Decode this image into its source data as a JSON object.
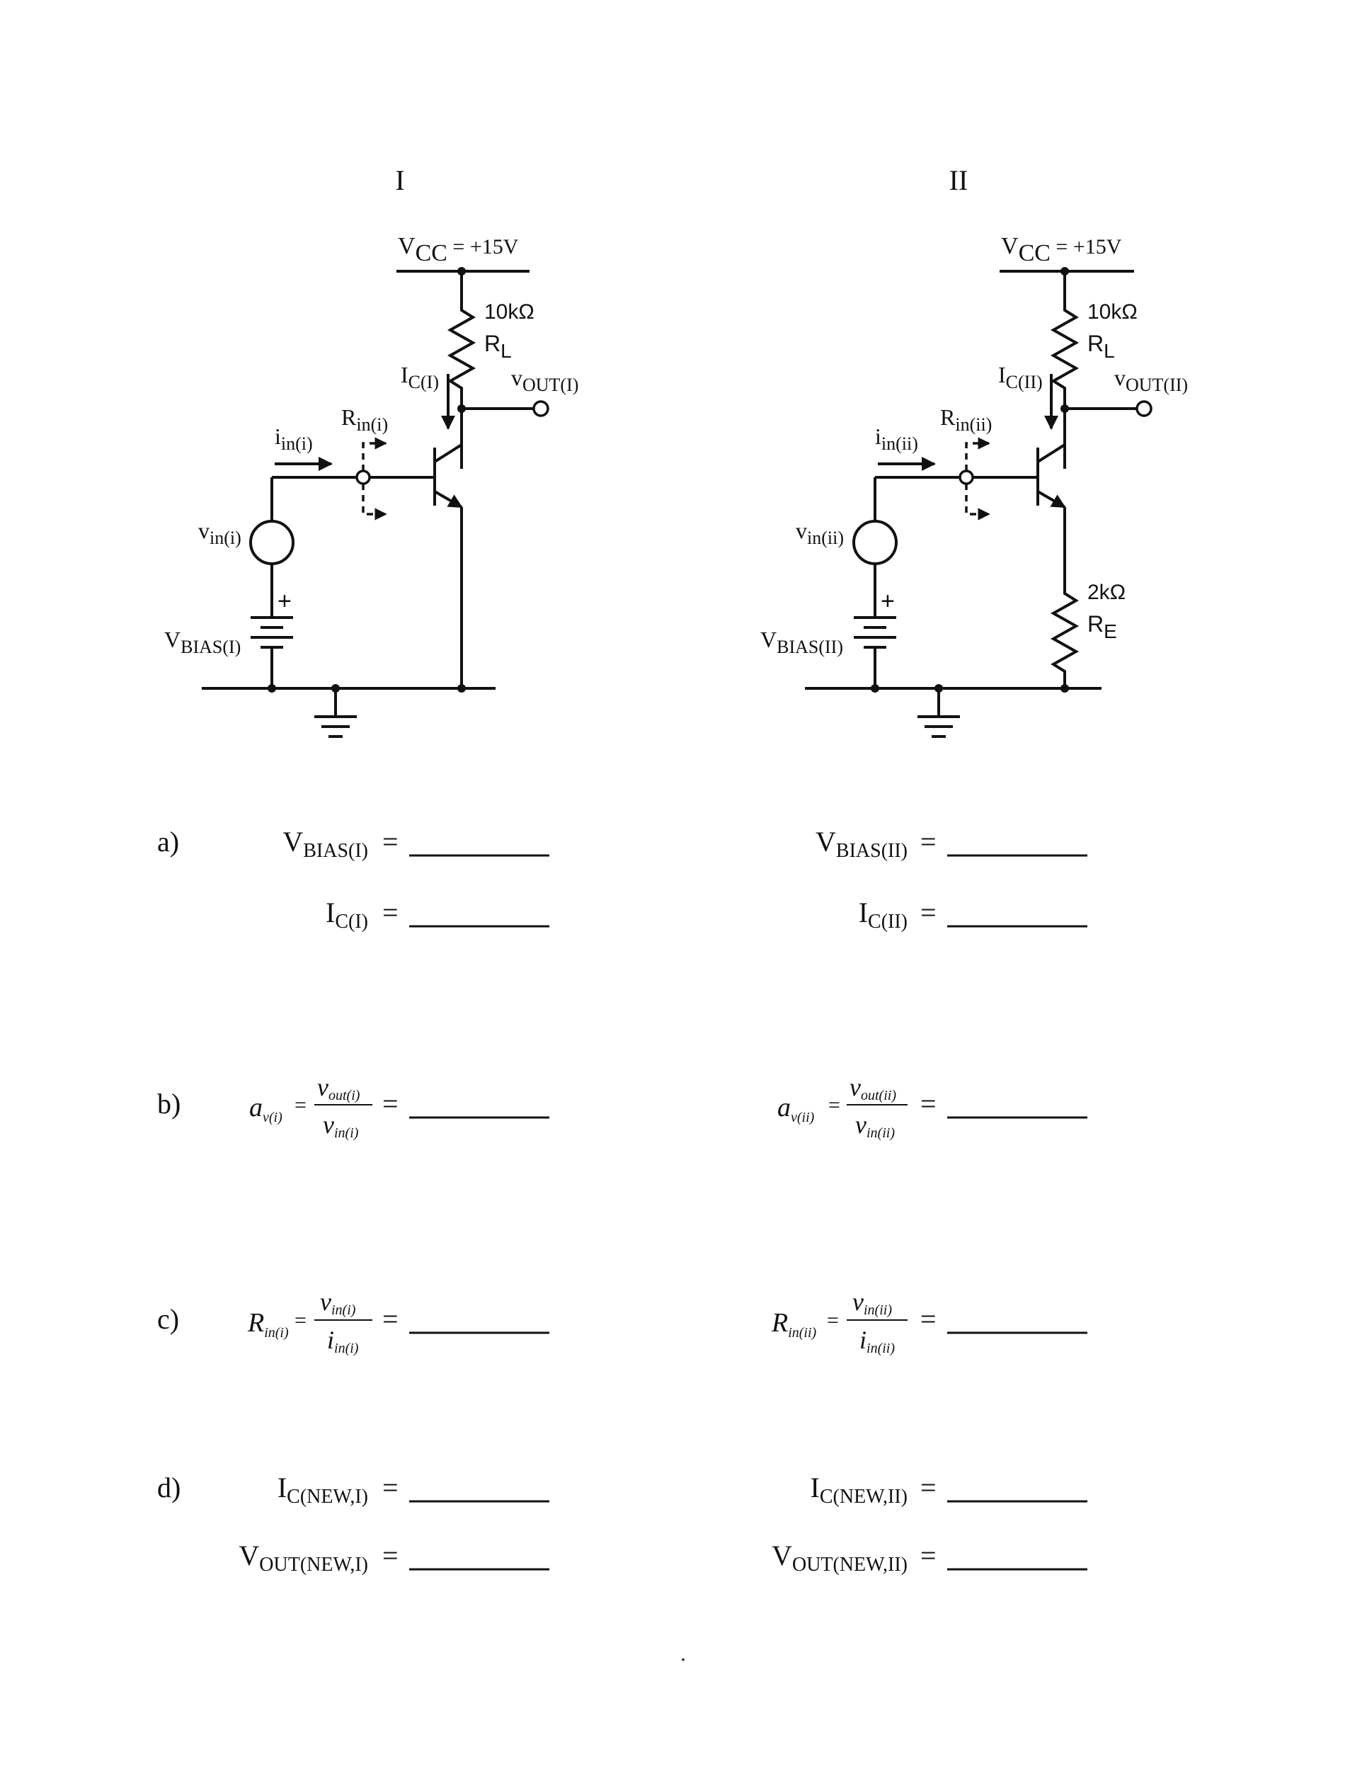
{
  "circuits": [
    {
      "title": "I",
      "vcc": {
        "v": "V",
        "sub": "CC",
        "rest": " = +15V"
      },
      "rl": {
        "value": "10kΩ",
        "name": "R",
        "sub": "L"
      },
      "ic": {
        "main": "I",
        "sub": "C(I)"
      },
      "vout": {
        "main": "v",
        "sub": "OUT(I)"
      },
      "rin": {
        "main": "R",
        "sub": "in(i)"
      },
      "iin": {
        "main": "i",
        "sub": "in(i)"
      },
      "vin": {
        "main": "v",
        "sub": "in(i)"
      },
      "plus": "+",
      "vbias": {
        "main": "V",
        "sub": "BIAS(I)"
      }
    },
    {
      "title": "II",
      "vcc": {
        "v": "V",
        "sub": "CC",
        "rest": " = +15V"
      },
      "rl": {
        "value": "10kΩ",
        "name": "R",
        "sub": "L"
      },
      "ic": {
        "main": "I",
        "sub": "C(II)"
      },
      "vout": {
        "main": "v",
        "sub": "OUT(II)"
      },
      "rin": {
        "main": "R",
        "sub": "in(ii)"
      },
      "iin": {
        "main": "i",
        "sub": "in(ii)"
      },
      "vin": {
        "main": "v",
        "sub": "in(ii)"
      },
      "plus": "+",
      "vbias": {
        "main": "V",
        "sub": "BIAS(II)"
      },
      "re": {
        "value": "2kΩ",
        "name": "R",
        "sub": "E"
      }
    }
  ],
  "questions": {
    "a": {
      "label": "a)",
      "left": [
        {
          "main": "V",
          "sub": "BIAS(I)"
        },
        {
          "main": "I",
          "sub": "C(I)"
        }
      ],
      "right": [
        {
          "main": "V",
          "sub": "BIAS(II)"
        },
        {
          "main": "I",
          "sub": "C(II)"
        }
      ]
    },
    "b": {
      "label": "b)",
      "left": {
        "lhs": "a",
        "lhs_sub": "v(i)",
        "num": "v",
        "num_sub": "out(i)",
        "den": "v",
        "den_sub": "in(i)"
      },
      "right": {
        "lhs": "a",
        "lhs_sub": "v(ii)",
        "num": "v",
        "num_sub": "out(ii)",
        "den": "v",
        "den_sub": "in(ii)"
      }
    },
    "c": {
      "label": "c)",
      "left": {
        "lhs": "R",
        "lhs_sub": "in(i)",
        "num": "v",
        "num_sub": "in(i)",
        "den": "i",
        "den_sub": "in(i)"
      },
      "right": {
        "lhs": "R",
        "lhs_sub": "in(ii)",
        "num": "v",
        "num_sub": "in(ii)",
        "den": "i",
        "den_sub": "in(ii)"
      }
    },
    "d": {
      "label": "d)",
      "left": [
        {
          "main": "I",
          "sub": "C(NEW,I)"
        },
        {
          "main": "V",
          "sub": "OUT(NEW,I)"
        }
      ],
      "right": [
        {
          "main": "I",
          "sub": "C(NEW,II)"
        },
        {
          "main": "V",
          "sub": "OUT(NEW,II)"
        }
      ]
    },
    "equals": "=",
    "mini_equals": "="
  },
  "footer_mark": "."
}
